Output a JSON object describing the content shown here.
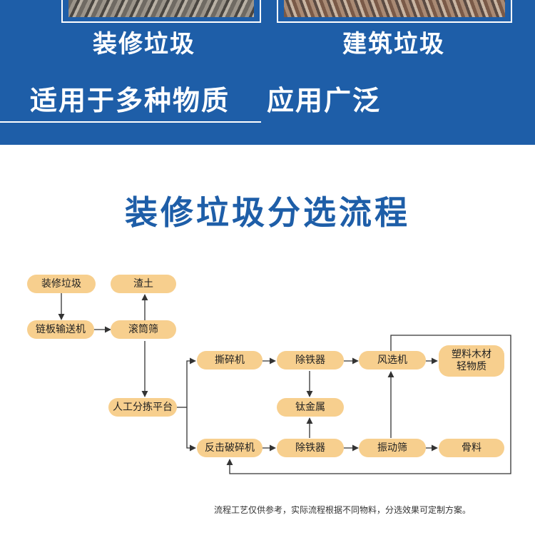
{
  "banner": {
    "left_caption": "装修垃圾",
    "right_caption": "建筑垃圾",
    "tagline_1": "适用于多种物质",
    "tagline_2": "应用广泛",
    "bg_color": "#1e5ea8"
  },
  "section_title": "装修垃圾分选流程",
  "nodes": {
    "decoration_waste": "装修垃圾",
    "chain_conveyor": "链板输送机",
    "residue_soil": "渣土",
    "trommel": "滚筒筛",
    "manual_platform": "人工分拣平台",
    "shredder": "撕碎机",
    "iron_remover_top": "除铁器",
    "air_separator": "风选机",
    "light_materials": "塑料木材\n轻物质",
    "ti_metal": "钛金属",
    "impact_crusher": "反击破碎机",
    "iron_remover_bottom": "除铁器",
    "vibrating_screen": "振动筛",
    "aggregate": "骨料"
  },
  "node_color": "#f7cf8e",
  "footnote": "流程工艺仅供参考，实际流程根据不同物料，分选效果可定制方案。"
}
